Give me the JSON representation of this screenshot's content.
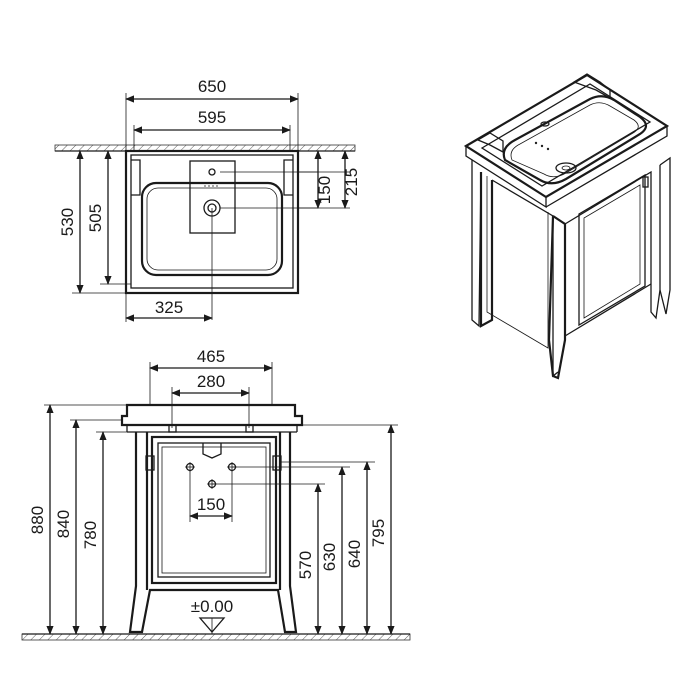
{
  "top_view": {
    "overall_width": "650",
    "inner_width": "595",
    "overall_depth": "530",
    "inner_depth": "505",
    "tap_offset_150": "150",
    "tap_offset_215": "215",
    "waste_offset": "325"
  },
  "front_view": {
    "bracket_width": "465",
    "fixing_width": "280",
    "waste_spacing": "150",
    "floor_level": "±0.00",
    "heights": {
      "h880": "880",
      "h840": "840",
      "h780": "780",
      "h570": "570",
      "h630": "630",
      "h640": "640",
      "h795": "795"
    }
  }
}
